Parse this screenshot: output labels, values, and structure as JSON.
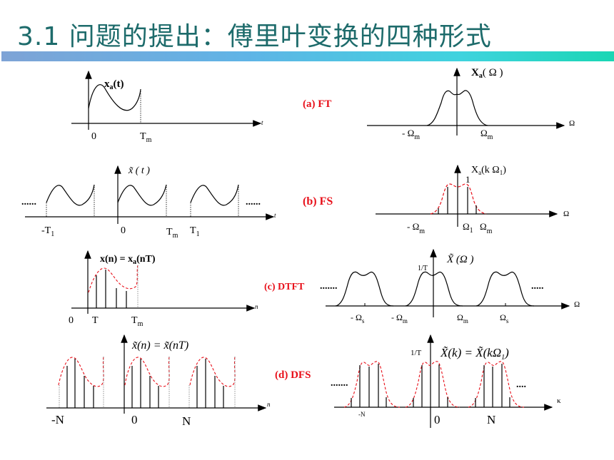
{
  "slide": {
    "title": "3.1 问题的提出：傅里叶变换的四种形式",
    "colors": {
      "title": "#1d6b6b",
      "band_start": "#7ea3d6",
      "band_end": "#19d6b4",
      "label_red": "#e8101a",
      "dashed_envelope": "#e8101a"
    }
  },
  "panels": {
    "a": {
      "label": "(a) FT",
      "time": {
        "signal": "x",
        "signal_sub": "a",
        "signal_arg": "(t)",
        "axis": "t",
        "tick0": "0",
        "tick_tm": "T",
        "tick_tm_sub": "m"
      },
      "freq": {
        "signal": "X",
        "signal_sub": "a",
        "signal_arg": "( Ω )",
        "axis": "Ω",
        "tick_neg": "- Ω",
        "tick_neg_sub": "m",
        "tick_pos": "Ω",
        "tick_pos_sub": "m"
      }
    },
    "b": {
      "label": "(b) FS",
      "time": {
        "signal": "x̃ ( t )",
        "axis": "t",
        "dots_left": "......",
        "dots_right": "......",
        "tick_negT1": "-T",
        "tick_negT1_sub": "1",
        "tick0": "0",
        "tick_tm": "T",
        "tick_tm_sub": "m",
        "tick_t1": "T",
        "tick_t1_sub": "1"
      },
      "freq": {
        "signal": "X",
        "signal_sub": "a",
        "signal_arg": "(k Ω",
        "signal_arg_sub": "1",
        "signal_close": ")",
        "peak": "1",
        "axis": "Ω",
        "tick_neg": "- Ω",
        "tick_neg_sub": "m",
        "tick_o1": "Ω",
        "tick_o1_sub": "1",
        "tick_pos": "Ω",
        "tick_pos_sub": "m"
      }
    },
    "c": {
      "label": "(c) DTFT",
      "time": {
        "signal": "x(n) = x",
        "signal_sub": "a",
        "signal_arg": "(nT)",
        "axis": "n",
        "tick0": "0",
        "tick_t": "T",
        "tick_tm": "T",
        "tick_tm_sub": "m"
      },
      "freq": {
        "signal": "X̃ (Ω )",
        "peak": "1/T",
        "axis": "Ω",
        "dots_left": ".......",
        "dots_right": ".....",
        "tick_negs": "- Ω",
        "tick_negs_sub": "s",
        "tick_negm": "- Ω",
        "tick_negm_sub": "m",
        "tick_m": "Ω",
        "tick_m_sub": "m",
        "tick_s": "Ω",
        "tick_s_sub": "s"
      }
    },
    "d": {
      "label": "(d) DFS",
      "time": {
        "signal": "x̃(n) = x̃(nT)",
        "axis": "n",
        "tick_negN": "-N",
        "tick0": "0",
        "tick_N": "N"
      },
      "freq": {
        "signal": "X̃(k) = X̃(kΩ",
        "signal_sub": "1",
        "signal_close": ")",
        "peak": "1/T",
        "axis": "κ",
        "dots_left": ".......",
        "dots_right": "....",
        "tick_negN": "-N",
        "tick0": "0",
        "tick_N": "N"
      }
    }
  }
}
